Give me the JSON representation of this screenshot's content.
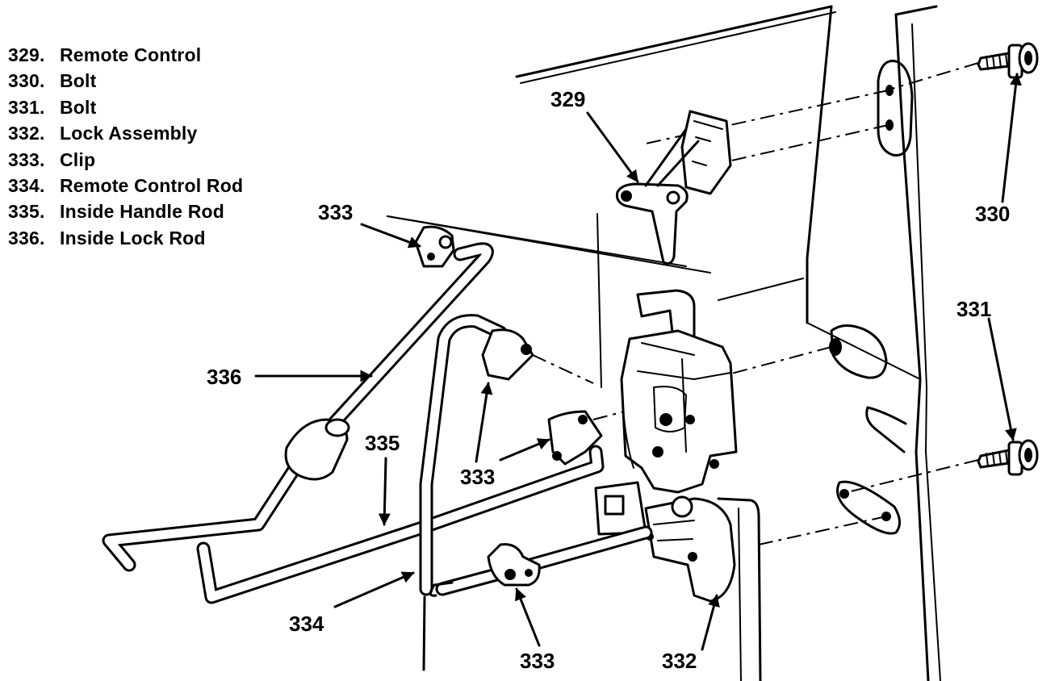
{
  "legend": [
    {
      "num": "329.",
      "label": "Remote Control"
    },
    {
      "num": "330.",
      "label": "Bolt"
    },
    {
      "num": "331.",
      "label": "Bolt"
    },
    {
      "num": "332.",
      "label": "Lock Assembly"
    },
    {
      "num": "333.",
      "label": "Clip"
    },
    {
      "num": "334.",
      "label": "Remote Control Rod"
    },
    {
      "num": "335.",
      "label": "Inside Handle Rod"
    },
    {
      "num": "336.",
      "label": "Inside Lock Rod"
    }
  ],
  "callouts": {
    "c329": "329",
    "c330": "330",
    "c331": "331",
    "c332": "332",
    "c333_top": "333",
    "c333_mid": "333",
    "c333_bottom": "333",
    "c334": "334",
    "c335": "335",
    "c336": "336"
  }
}
